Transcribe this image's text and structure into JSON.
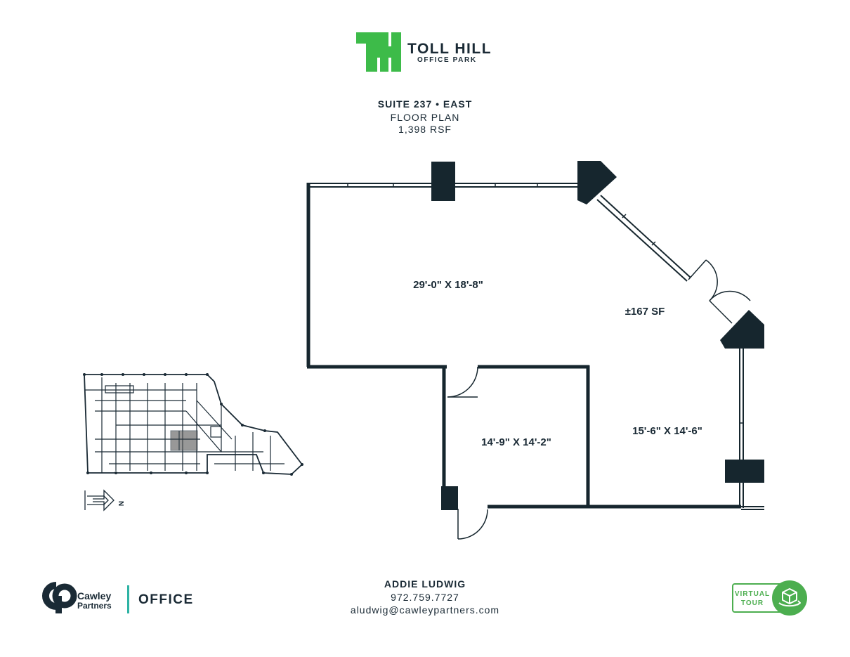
{
  "brand": {
    "name": "TOLL HILL",
    "sub": "OFFICE PARK",
    "color": "#3dbb49"
  },
  "header": {
    "suite": "SUITE 237 • EAST",
    "plan": "FLOOR PLAN",
    "rsf": "1,398 RSF"
  },
  "rooms": {
    "main": "29'-0\" X 18'-8\"",
    "reception": "±167 SF",
    "office_a": "14'-9\" X 14'-2\"",
    "office_b": "15'-6\" X 14'-6\""
  },
  "north_label": "N",
  "footer": {
    "company_line1": "Cawley",
    "company_line2": "Partners",
    "division": "OFFICE",
    "contact_name": "ADDIE LUDWIG",
    "contact_phone": "972.759.7727",
    "contact_email": "aludwig@cawleypartners.com",
    "tour_line1": "VIRTUAL",
    "tour_line2": "TOUR"
  },
  "colors": {
    "wall": "#16262e",
    "accent": "#4cae4f",
    "divider": "#2eb3a4"
  }
}
